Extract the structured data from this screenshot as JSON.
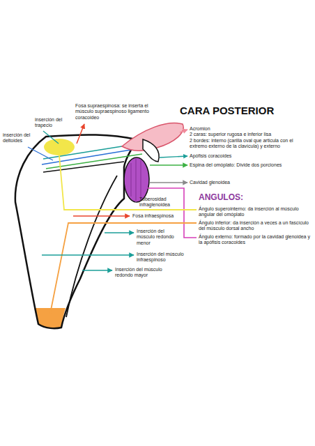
{
  "diagram": {
    "title": "CARA POSTERIOR",
    "labels": [
      "Fosa supraespinosa: se inserta el músculo supraespinoso ligamento coracoideo",
      "inserción del trapecio",
      "inserción del deltoides",
      "Acromion",
      "2 caras: superior rugosa e inferior lisa",
      "2 bordes: interno (carilla oval que articula con el extremo externo de la clavícula) y externo",
      "Apófisis coracoides",
      "Espina del omóplato: Divide dos porciones",
      "Cavidad glenoidea",
      "ANGULOS:",
      "Tuberosidad infraglenoidea",
      "Ángulo superointerno: da inserción al músculo angular del omóplato",
      "Fosa infraespinosa",
      "Ángulo inferior: da inserción a veces a un fascículo del músculo dorsal ancho",
      "Inserción del músculo redondo menor",
      "Ángulo externo: formado por la cavidad glenoidea y la apófisis coracoides",
      "Inserción del músculo infraespinoso",
      "Inserción del músculo redondo mayor"
    ]
  }
}
